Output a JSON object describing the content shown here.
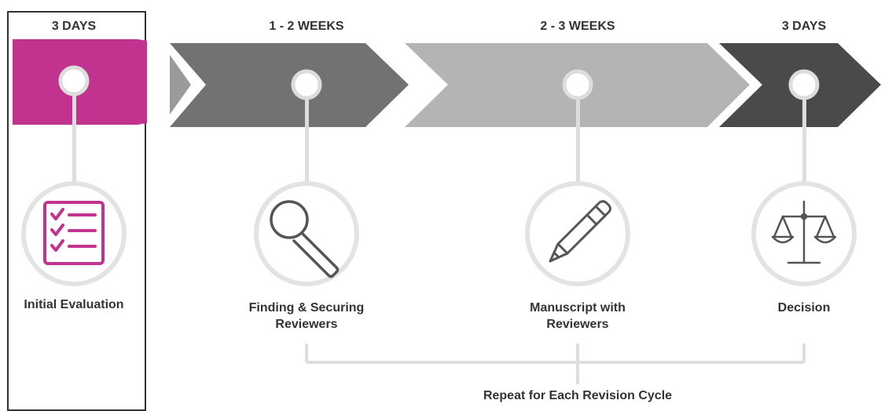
{
  "stages": [
    {
      "duration": "3 DAYS",
      "name": "Initial Evaluation",
      "icon": "checklist-icon",
      "color": "#c2338f",
      "highlighted": true
    },
    {
      "duration": "1 - 2 WEEKS",
      "name": "Finding & Securing Reviewers",
      "icon": "magnifying-glass-icon",
      "color": "#727272"
    },
    {
      "duration": "2 - 3 WEEKS",
      "name": "Manuscript with Reviewers",
      "icon": "pencil-icon",
      "color": "#b4b4b4"
    },
    {
      "duration": "3 DAYS",
      "name": "Decision",
      "icon": "scales-icon",
      "color": "#4a4a4a"
    }
  ],
  "repeat_label": "Repeat for Each Revision Cycle",
  "colors": {
    "connector": "#dddddd",
    "icon_stroke": "#555555",
    "text": "#333333"
  }
}
